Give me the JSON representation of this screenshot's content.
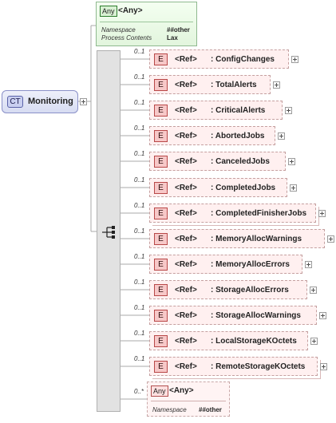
{
  "complex_type": {
    "badge": "CT",
    "name": "Monitoring"
  },
  "any_top": {
    "badge": "Any",
    "title": "<Any>",
    "props": [
      {
        "name": "Namespace",
        "value": "##other"
      },
      {
        "name": "Process Contents",
        "value": "Lax"
      }
    ]
  },
  "refs": [
    {
      "occurrence": "0..1",
      "badge": "E",
      "tag": "<Ref>",
      "name": ": ConfigChanges"
    },
    {
      "occurrence": "0..1",
      "badge": "E",
      "tag": "<Ref>",
      "name": ": TotalAlerts"
    },
    {
      "occurrence": "0..1",
      "badge": "E",
      "tag": "<Ref>",
      "name": ": CriticalAlerts"
    },
    {
      "occurrence": "0..1",
      "badge": "E",
      "tag": "<Ref>",
      "name": ": AbortedJobs"
    },
    {
      "occurrence": "0..1",
      "badge": "E",
      "tag": "<Ref>",
      "name": ": CanceledJobs"
    },
    {
      "occurrence": "0..1",
      "badge": "E",
      "tag": "<Ref>",
      "name": ": CompletedJobs"
    },
    {
      "occurrence": "0..1",
      "badge": "E",
      "tag": "<Ref>",
      "name": ": CompletedFinisherJobs"
    },
    {
      "occurrence": "0..1",
      "badge": "E",
      "tag": "<Ref>",
      "name": ": MemoryAllocWarnings"
    },
    {
      "occurrence": "0..1",
      "badge": "E",
      "tag": "<Ref>",
      "name": ": MemoryAllocErrors"
    },
    {
      "occurrence": "0..1",
      "badge": "E",
      "tag": "<Ref>",
      "name": ": StorageAllocErrors"
    },
    {
      "occurrence": "0..1",
      "badge": "E",
      "tag": "<Ref>",
      "name": ": StorageAllocWarnings"
    },
    {
      "occurrence": "0..1",
      "badge": "E",
      "tag": "<Ref>",
      "name": ": LocalStorageKOctets"
    },
    {
      "occurrence": "0..1",
      "badge": "E",
      "tag": "<Ref>",
      "name": ": RemoteStorageKOctets"
    }
  ],
  "any_bottom": {
    "occurrence": "0..*",
    "badge": "Any",
    "title": "<Any>",
    "props": [
      {
        "name": "Namespace",
        "value": "##other"
      }
    ]
  },
  "colors": {
    "complex_type_fill": "#d7dcf2",
    "any_fill": "#e2f5dd",
    "ref_fill": "#fff0f0",
    "element_badge": "#f7c8c8",
    "connector": "#a8a8a8"
  }
}
